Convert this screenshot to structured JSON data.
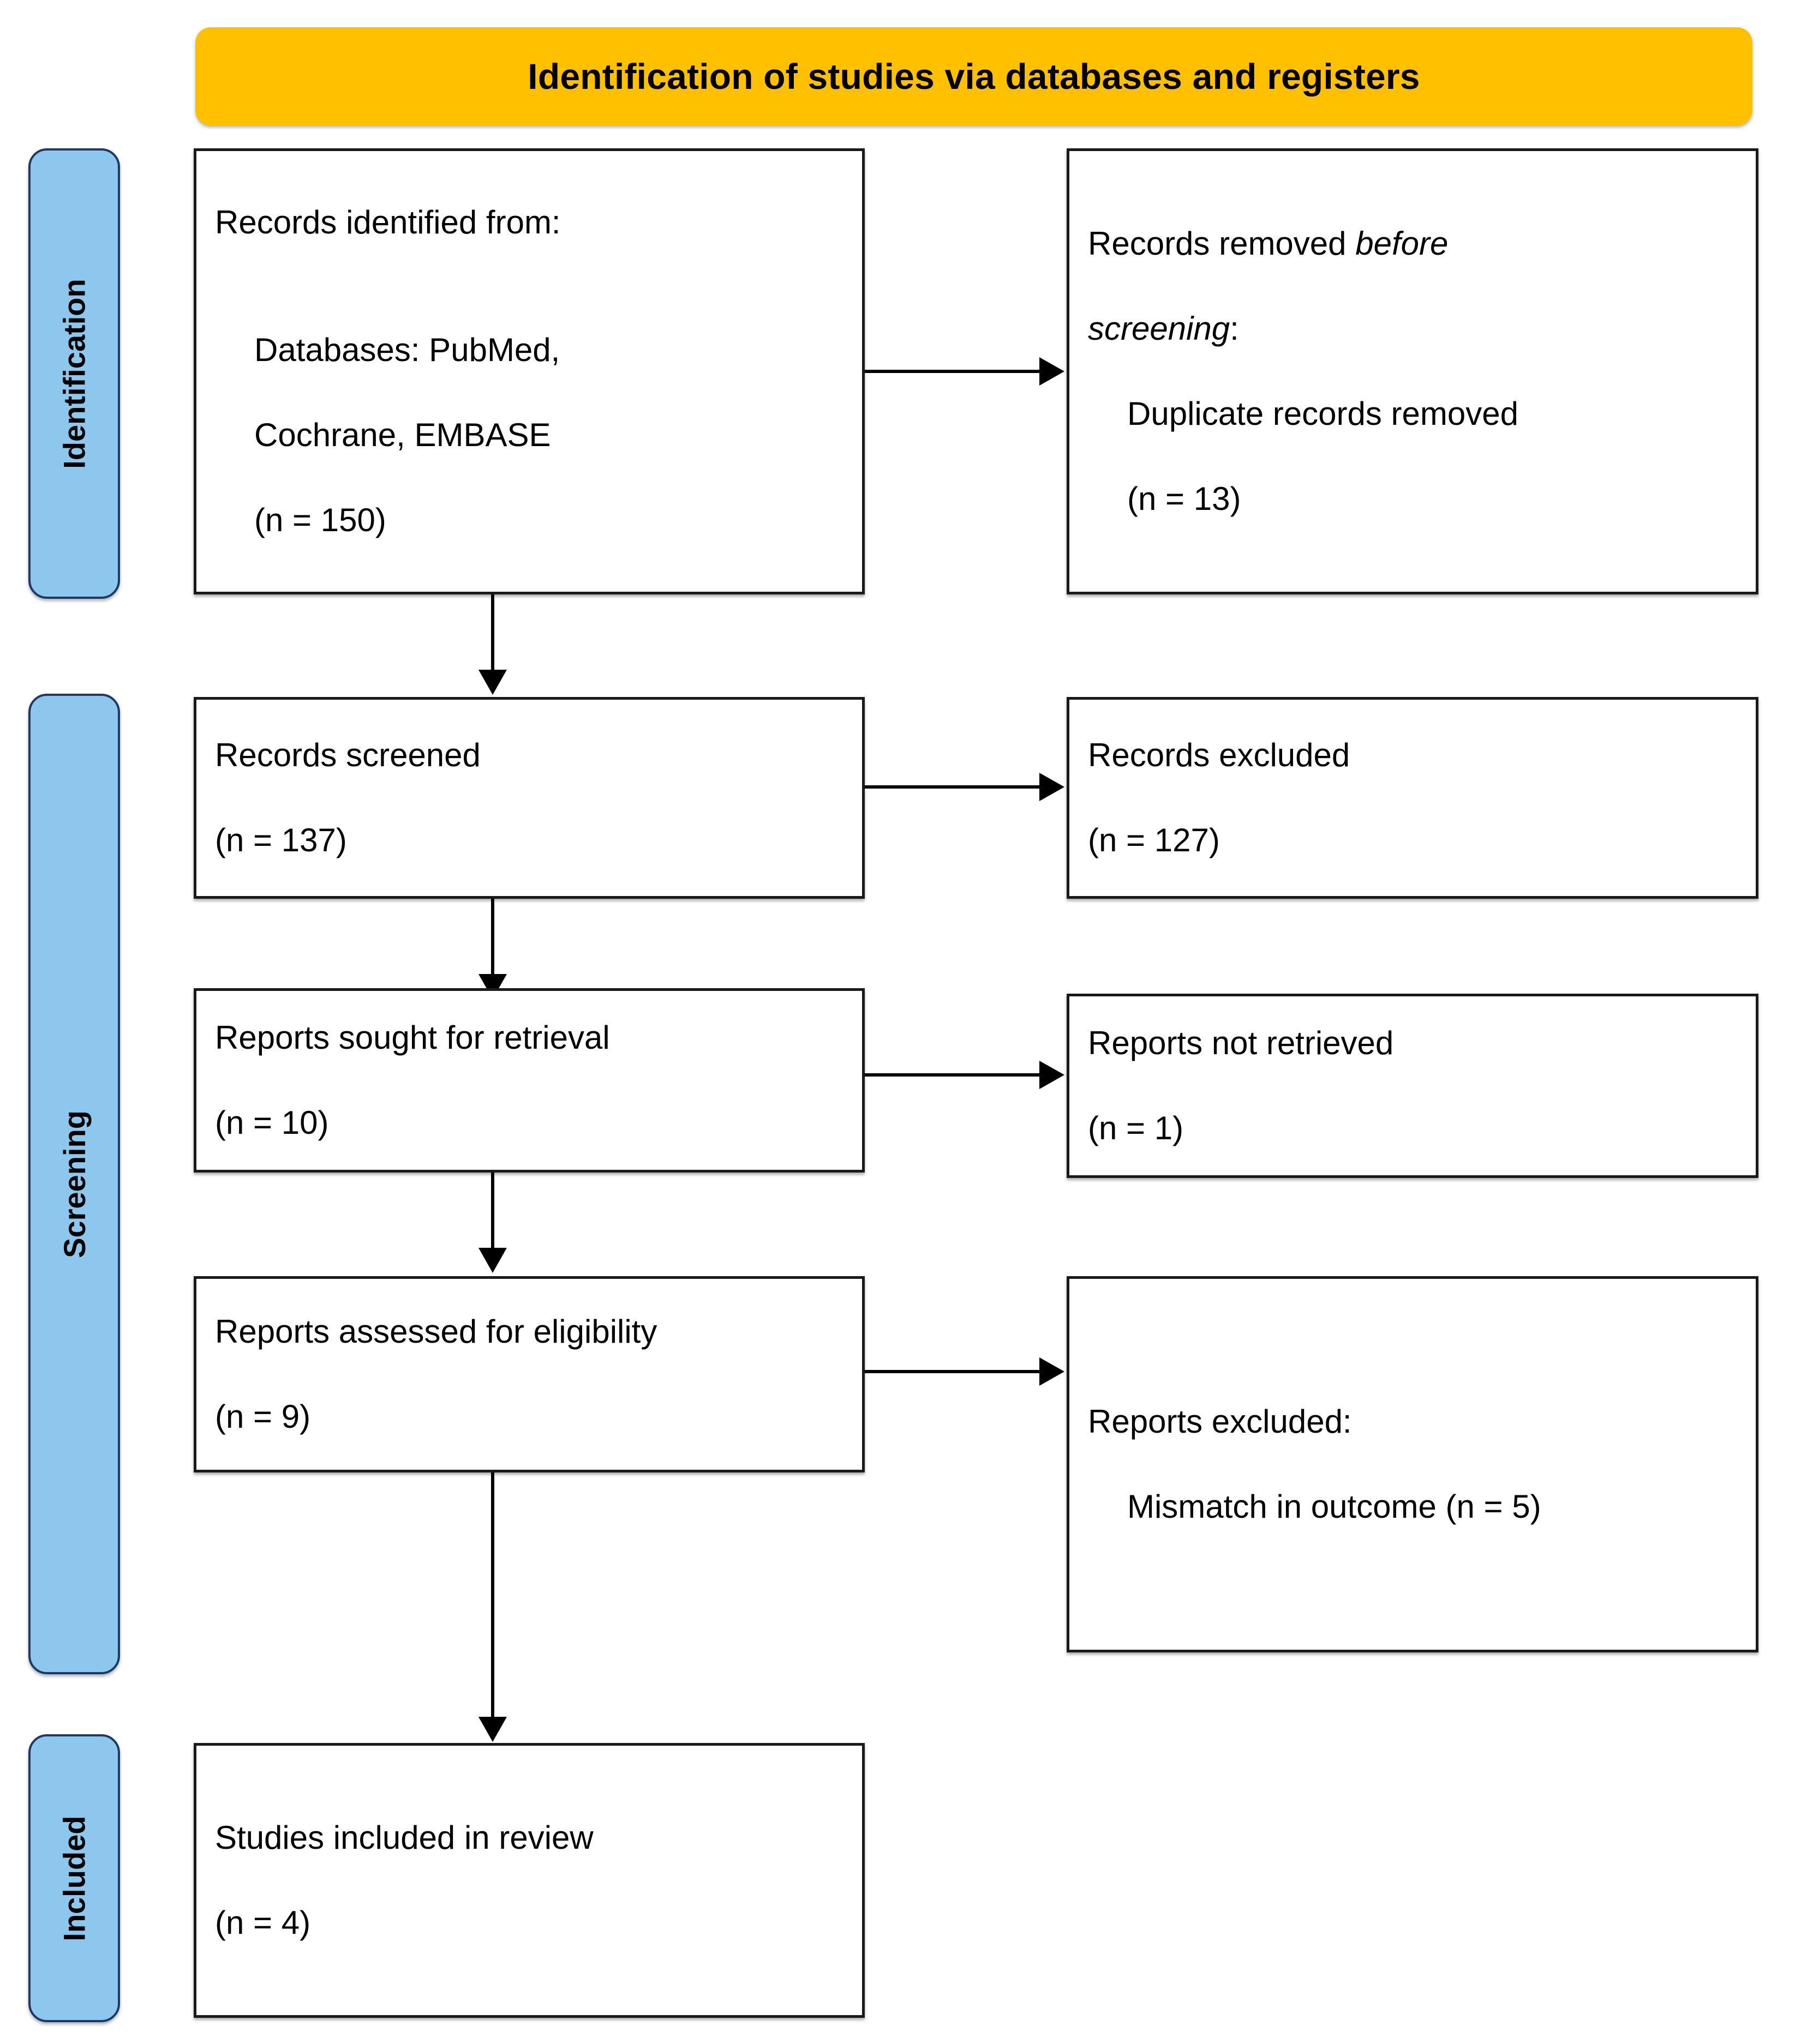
{
  "diagram": {
    "type": "prisma-flow-diagram",
    "title": "Identification of studies via databases and registers",
    "colors": {
      "banner": "#FFC000",
      "stage_bar": "#8DC7ED",
      "stage_bar_border": "#1F3864",
      "box_border": "#1A1A1A",
      "box_fill": "#FFFFFF",
      "connector": "#000000",
      "text": "#000000"
    }
  },
  "stages": [
    {
      "id": "identification",
      "label": "Identification"
    },
    {
      "id": "screening",
      "label": "Screening"
    },
    {
      "id": "included",
      "label": "Included"
    }
  ],
  "boxes": {
    "records_identified": {
      "line1": "Records identified from:",
      "line2": "Databases: PubMed,",
      "line3": "Cochrane, EMBASE",
      "line4": "(n = 150)",
      "n": 150
    },
    "records_removed": {
      "line1_a": "Records removed ",
      "line1_b": "before",
      "line2_b": "screening",
      "line2_c": ":",
      "line3": "Duplicate records removed",
      "line4": "(n = 13)",
      "n": 13
    },
    "records_screened": {
      "line1": "Records screened",
      "line2": "(n = 137)",
      "n": 137
    },
    "records_excluded": {
      "line1": "Records excluded",
      "line2": "(n = 127)",
      "n": 127
    },
    "reports_sought": {
      "line1": "Reports sought for retrieval",
      "line2": "(n = 10)",
      "n": 10
    },
    "reports_not_retrieved": {
      "line1": "Reports not retrieved",
      "line2": "(n = 1)",
      "n": 1
    },
    "reports_assessed": {
      "line1": "Reports assessed for eligibility",
      "line2": "(n = 9)",
      "n": 9
    },
    "reports_excluded": {
      "line1": "Reports excluded:",
      "line2": "Mismatch in outcome (n = 5)",
      "n": 5
    },
    "studies_included": {
      "line1": "Studies included in review",
      "line2": "(n = 4)",
      "n": 4
    }
  }
}
